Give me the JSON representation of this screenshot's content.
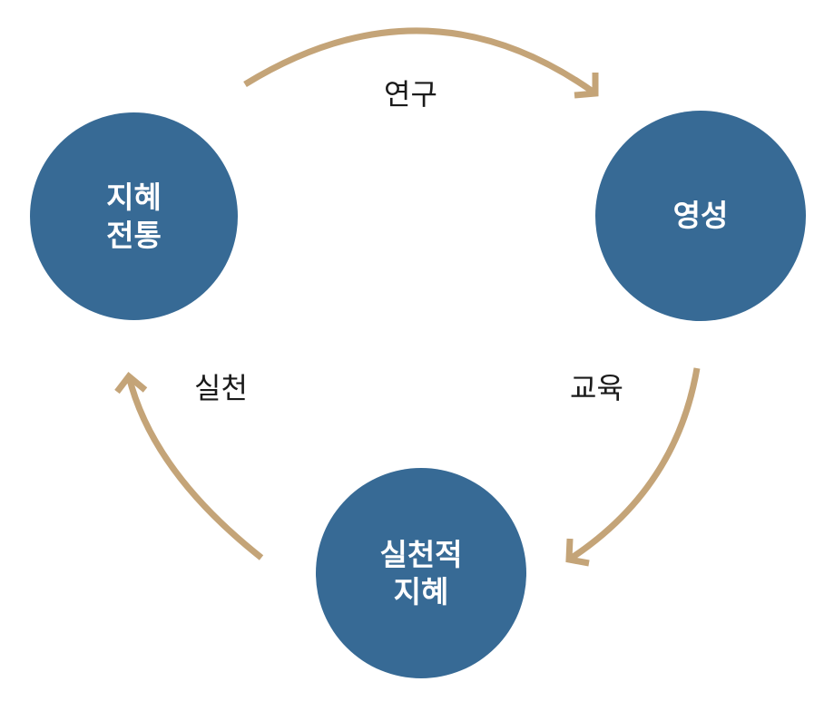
{
  "colors": {
    "node_fill": "#376a95",
    "node_text": "#ffffff",
    "arrow": "#c4a478",
    "label_text": "#1a1a1a"
  },
  "nodes": {
    "wisdom_tradition": {
      "line1": "지혜",
      "line2": "전통"
    },
    "spirituality": {
      "line1": "영성"
    },
    "practical_wisdom": {
      "line1": "실천적",
      "line2": "지혜"
    }
  },
  "edges": {
    "research": "연구",
    "education": "교육",
    "practice": "실천"
  }
}
